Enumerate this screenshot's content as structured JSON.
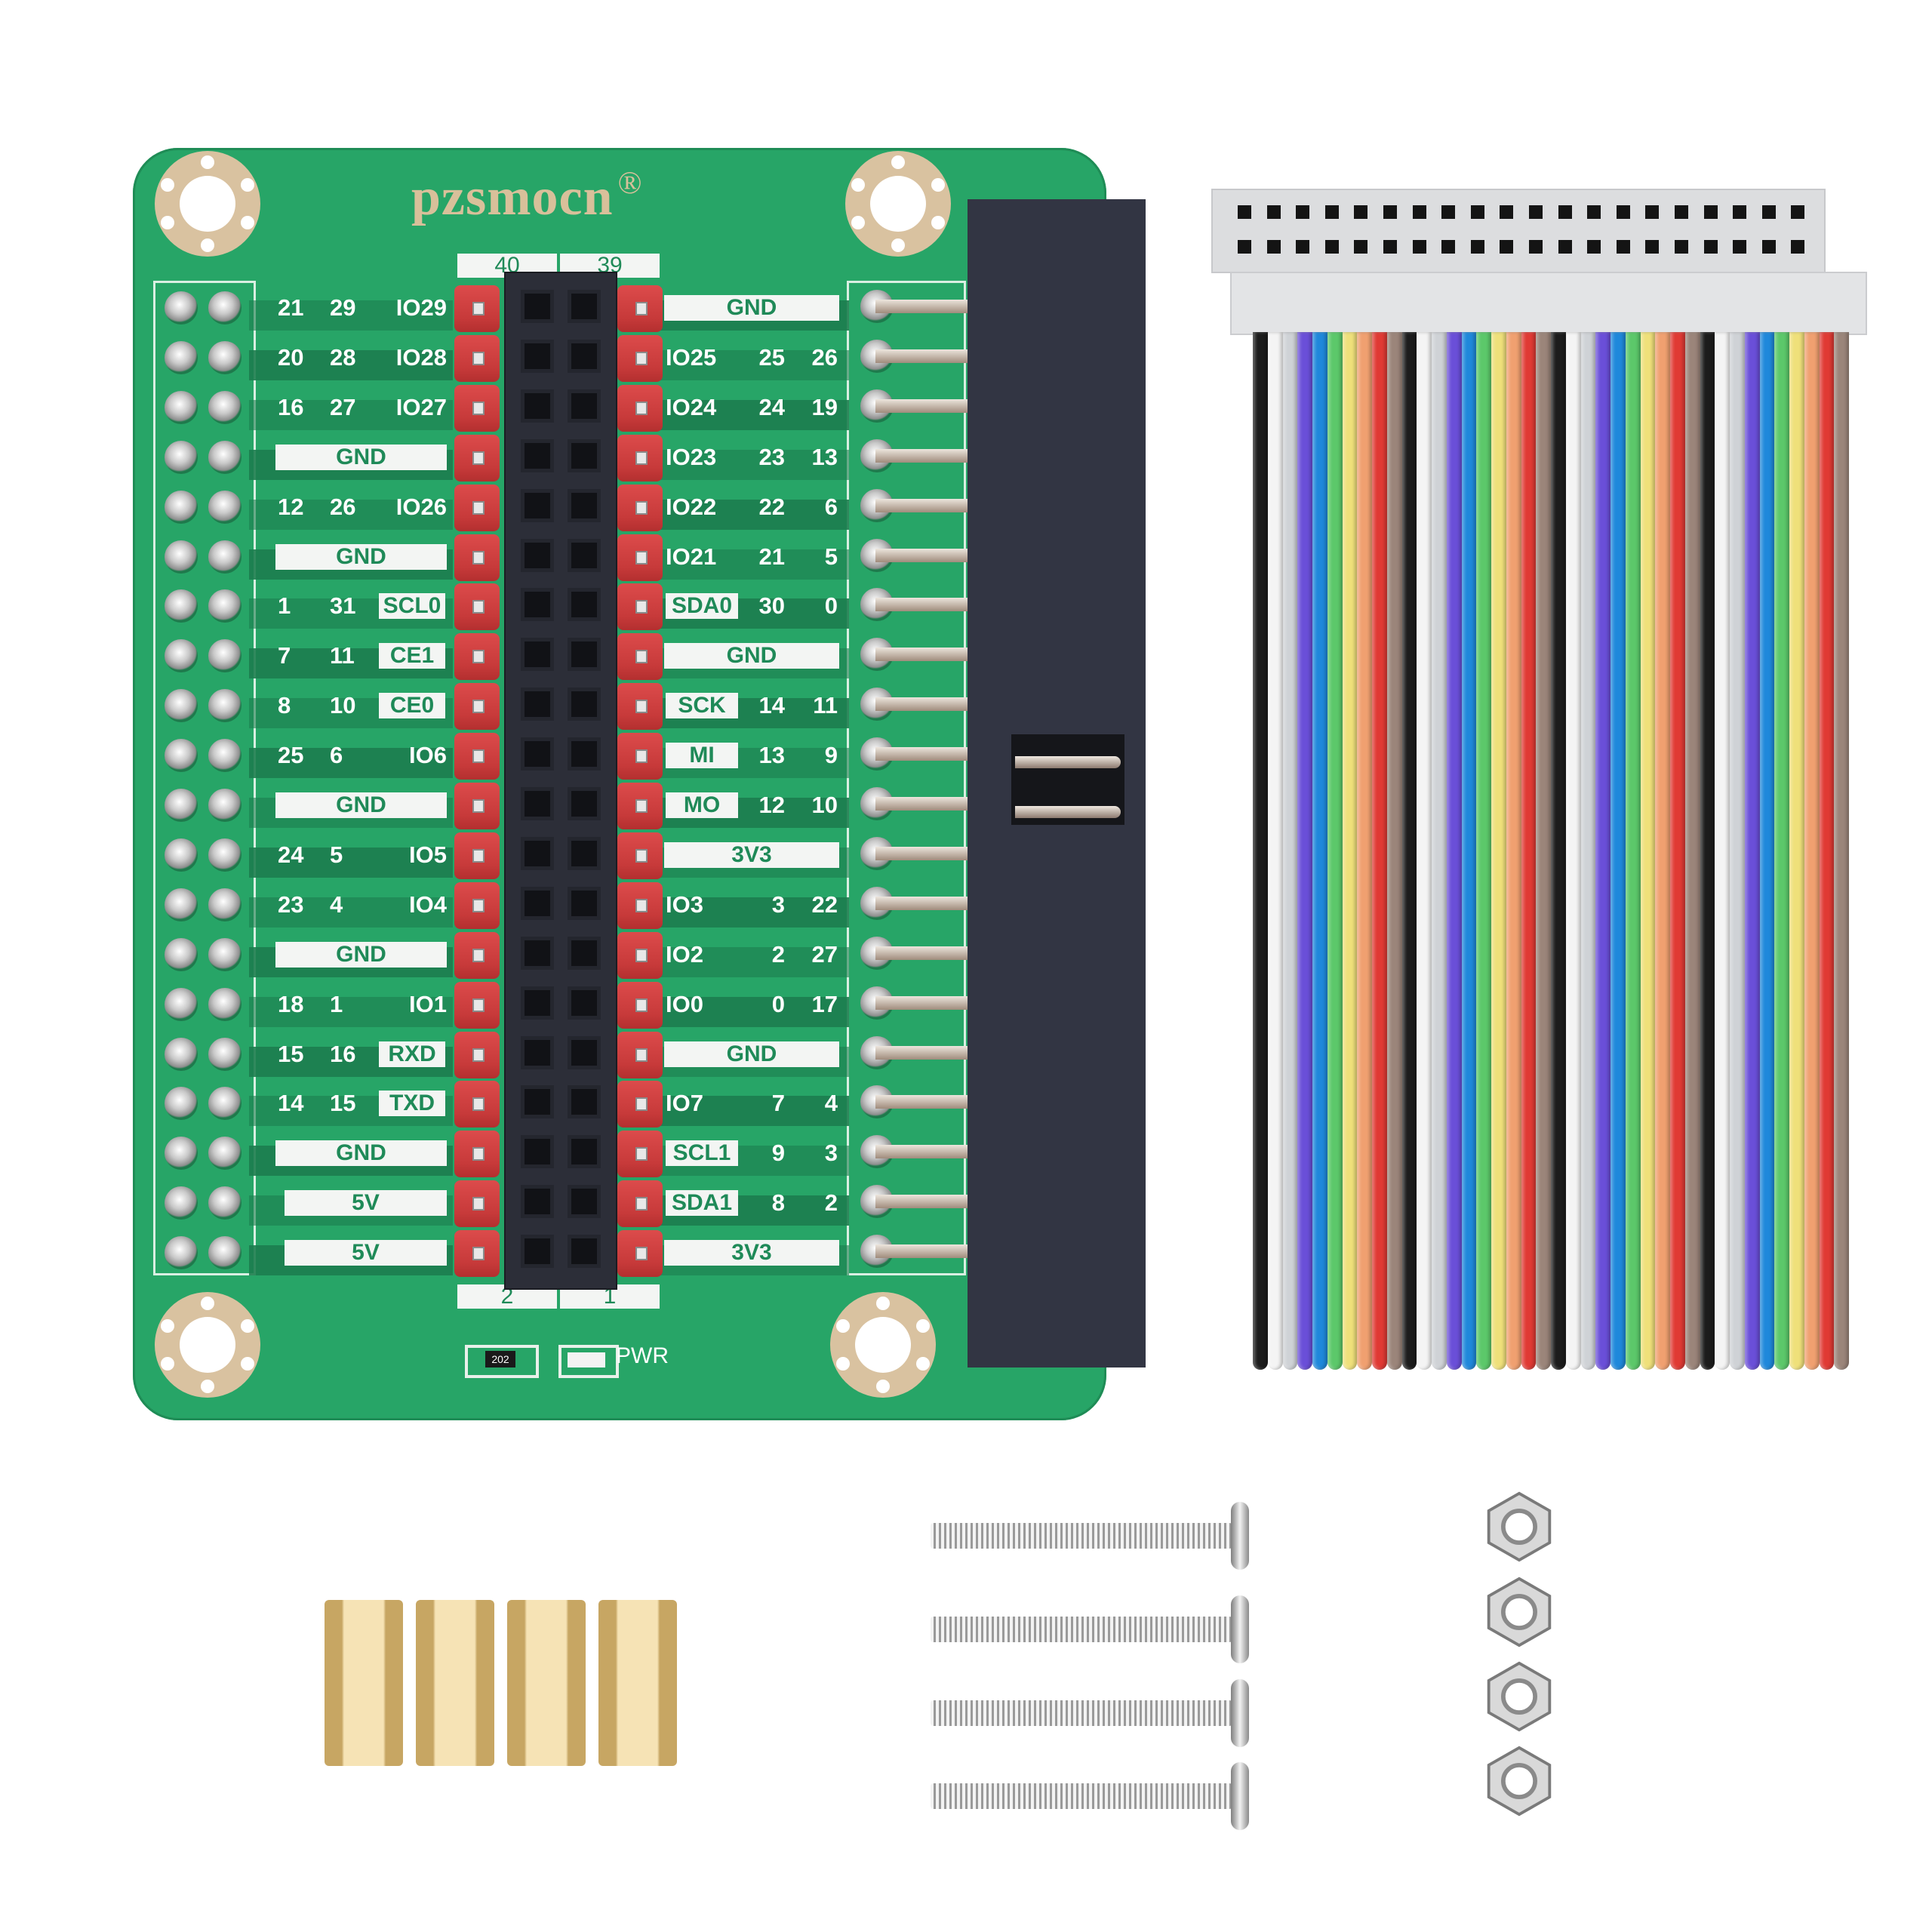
{
  "product": {
    "brand": "pzsmocn",
    "registered_mark": "®",
    "colors": {
      "pcb_green": "#27a567",
      "pcb_dark_trace": "#1d7d4f",
      "silkscreen_gold": "#d8c09a",
      "header_red": "#d04040",
      "idc_box": "#323543",
      "ribbon_head": "#dcdddf",
      "brass": "#f6e3b5"
    }
  },
  "board": {
    "header_top_labels": [
      "40",
      "39"
    ],
    "header_bottom_labels": [
      "2",
      "1"
    ],
    "resistor_marking": "202",
    "led_label": "PWR",
    "left_rows": [
      {
        "a": "21",
        "b": "29",
        "name": "IO29",
        "boxed": false
      },
      {
        "a": "20",
        "b": "28",
        "name": "IO28",
        "boxed": false
      },
      {
        "a": "16",
        "b": "27",
        "name": "IO27",
        "boxed": false
      },
      {
        "a": "",
        "b": "",
        "name": "GND",
        "boxed": "full"
      },
      {
        "a": "12",
        "b": "26",
        "name": "IO26",
        "boxed": false
      },
      {
        "a": "",
        "b": "",
        "name": "GND",
        "boxed": "full"
      },
      {
        "a": "1",
        "b": "31",
        "name": "SCL0",
        "boxed": true
      },
      {
        "a": "7",
        "b": "11",
        "name": "CE1",
        "boxed": true
      },
      {
        "a": "8",
        "b": "10",
        "name": "CE0",
        "boxed": true
      },
      {
        "a": "25",
        "b": "6",
        "name": "IO6",
        "boxed": false
      },
      {
        "a": "",
        "b": "",
        "name": "GND",
        "boxed": "full"
      },
      {
        "a": "24",
        "b": "5",
        "name": "IO5",
        "boxed": false
      },
      {
        "a": "23",
        "b": "4",
        "name": "IO4",
        "boxed": false
      },
      {
        "a": "",
        "b": "",
        "name": "GND",
        "boxed": "full"
      },
      {
        "a": "18",
        "b": "1",
        "name": "IO1",
        "boxed": false
      },
      {
        "a": "15",
        "b": "16",
        "name": "RXD",
        "boxed": true
      },
      {
        "a": "14",
        "b": "15",
        "name": "TXD",
        "boxed": true
      },
      {
        "a": "",
        "b": "",
        "name": "GND",
        "boxed": "full"
      },
      {
        "a": "",
        "b": "",
        "name": "5V",
        "boxed": "full"
      },
      {
        "a": "",
        "b": "",
        "name": "5V",
        "boxed": "full"
      }
    ],
    "right_rows": [
      {
        "name": "GND",
        "a": "",
        "b": "",
        "boxed": "full"
      },
      {
        "name": "IO25",
        "a": "25",
        "b": "26",
        "boxed": false
      },
      {
        "name": "IO24",
        "a": "24",
        "b": "19",
        "boxed": false
      },
      {
        "name": "IO23",
        "a": "23",
        "b": "13",
        "boxed": false
      },
      {
        "name": "IO22",
        "a": "22",
        "b": "6",
        "boxed": false
      },
      {
        "name": "IO21",
        "a": "21",
        "b": "5",
        "boxed": false
      },
      {
        "name": "SDA0",
        "a": "30",
        "b": "0",
        "boxed": true
      },
      {
        "name": "GND",
        "a": "",
        "b": "",
        "boxed": "full"
      },
      {
        "name": "SCK",
        "a": "14",
        "b": "11",
        "boxed": true
      },
      {
        "name": "MI",
        "a": "13",
        "b": "9",
        "boxed": true
      },
      {
        "name": "MO",
        "a": "12",
        "b": "10",
        "boxed": true
      },
      {
        "name": "3V3",
        "a": "",
        "b": "",
        "boxed": "full"
      },
      {
        "name": "IO3",
        "a": "3",
        "b": "22",
        "boxed": false
      },
      {
        "name": "IO2",
        "a": "2",
        "b": "27",
        "boxed": false
      },
      {
        "name": "IO0",
        "a": "0",
        "b": "17",
        "boxed": false
      },
      {
        "name": "GND",
        "a": "",
        "b": "",
        "boxed": "full"
      },
      {
        "name": "IO7",
        "a": "7",
        "b": "4",
        "boxed": false
      },
      {
        "name": "SCL1",
        "a": "9",
        "b": "3",
        "boxed": true
      },
      {
        "name": "SDA1",
        "a": "8",
        "b": "2",
        "boxed": true
      },
      {
        "name": "3V3",
        "a": "",
        "b": "",
        "boxed": "full"
      }
    ]
  },
  "ribbon_cable": {
    "wire_count": 40,
    "color_sequence": [
      "#1c1c1c",
      "#f4f4f4",
      "#cfd2d6",
      "#6a4fd8",
      "#1f88db",
      "#5cc86a",
      "#efe07a",
      "#f0a070",
      "#e03a34",
      "#9b857a"
    ]
  },
  "accessories": {
    "standoffs": 4,
    "screws": 4,
    "nuts": 4
  }
}
